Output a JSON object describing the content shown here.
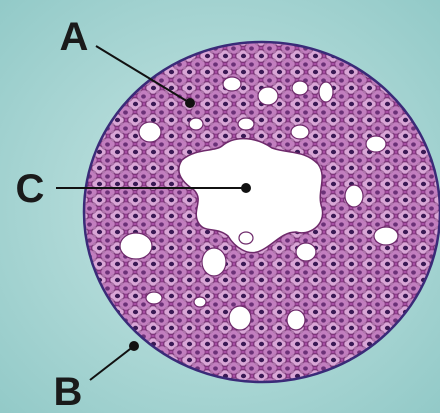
{
  "diagram": {
    "labels": [
      "A",
      "B",
      "C"
    ],
    "colors": {
      "background": "#9fd0cf",
      "tissue": "#a64ea3",
      "cell_fill": "#d9a6d6",
      "cell_outline": "#6e2a6b",
      "nucleus": "#3a1a55",
      "lumen": "#ffffff",
      "leader": "#111111",
      "label": "#1a1a1a"
    }
  }
}
